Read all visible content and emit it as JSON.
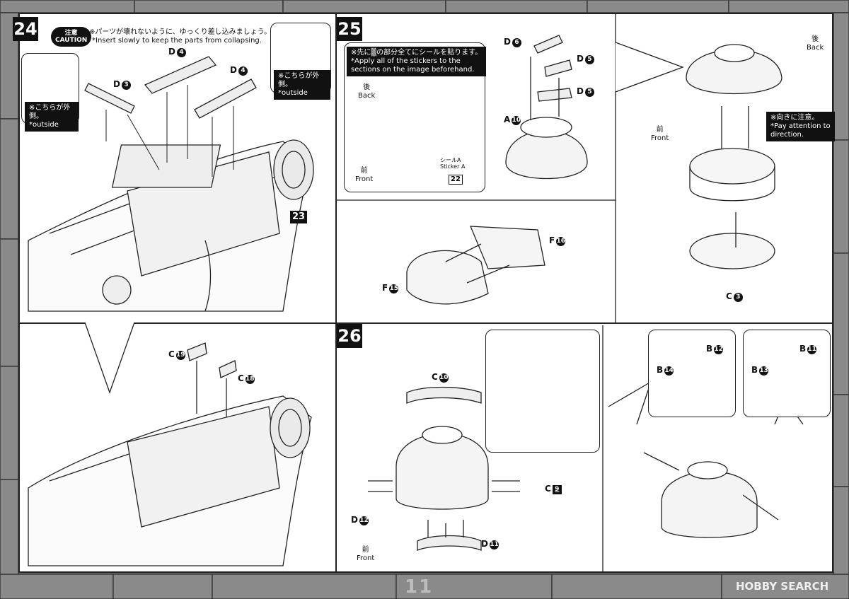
{
  "page_number": "11",
  "watermark": "HOBBY SEARCH",
  "steps": {
    "s24": {
      "number": "24",
      "caution_jp": "注意",
      "caution_en": "CAUTION",
      "note_jp": "※パーツが壊れないように、ゆっくり差し込みましょう。",
      "note_en": "*Insert slowly to keep the parts from collapsing.",
      "outside_jp": "※こちらが外側。",
      "outside_en": "*outside",
      "outside2_jp": "※こちらが外側。",
      "outside2_en": "*outside",
      "part_d4a": "D",
      "part_d4a_num": "4",
      "part_d4b": "D",
      "part_d4b_num": "4",
      "part_d3": "D",
      "part_d3_num": "3",
      "ref_step": "23",
      "part_c19": "C",
      "part_c19_num": "19",
      "part_c18": "C",
      "part_c18_num": "18"
    },
    "s25": {
      "number": "25",
      "sticker_note_jp": "※先に▒の部分全てにシールを貼ります。",
      "sticker_note_en1": "*Apply all of the stickers to the",
      "sticker_note_en2": "sections on the image beforehand.",
      "back_jp": "後",
      "back_en": "Back",
      "front_jp": "前",
      "front_en": "Front",
      "sticker_jp": "シールA",
      "sticker_en": "Sticker A",
      "sticker_num": "22",
      "part_d6a": "D",
      "part_d6a_num": "6",
      "part_d5a": "D",
      "part_d5a_num": "5",
      "part_d5b": "D",
      "part_d5b_num": "5",
      "part_a10": "A",
      "part_a10_num": "10",
      "part_f16": "F",
      "part_f16_num": "16",
      "part_f15": "F",
      "part_f15_num": "15",
      "back2_jp": "後",
      "back2_en": "Back",
      "front2_jp": "前",
      "front2_en": "Front",
      "direction_jp": "※向きに注意。",
      "direction_en1": "*Pay attention to",
      "direction_en2": "direction.",
      "part_c3": "C",
      "part_c3_num": "3"
    },
    "s26": {
      "number": "26",
      "part_c10": "C",
      "part_c10_num": "10",
      "part_c9": "C",
      "part_c9_num": "9",
      "part_d12": "D",
      "part_d12_num": "12",
      "part_d11": "D",
      "part_d11_num": "11",
      "front_jp": "前",
      "front_en": "Front",
      "part_b12": "B",
      "part_b12_num": "12",
      "part_b14": "B",
      "part_b14_num": "14",
      "part_b11": "B",
      "part_b11_num": "11",
      "part_b13": "B",
      "part_b13_num": "13"
    }
  }
}
